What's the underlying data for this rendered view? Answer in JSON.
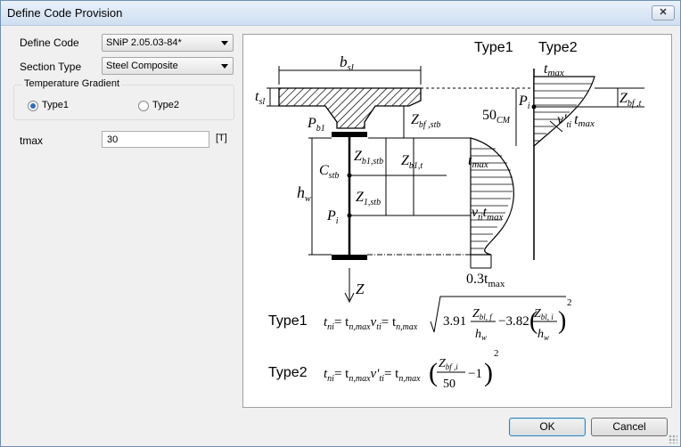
{
  "window": {
    "title": "Define Code Provision",
    "close_label": "✕"
  },
  "form": {
    "define_code": {
      "label": "Define Code",
      "value": "SNiP 2.05.03-84*"
    },
    "section_type": {
      "label": "Section Type",
      "value": "Steel Composite"
    },
    "temperature_gradient": {
      "legend": "Temperature Gradient",
      "options": [
        {
          "label": "Type1",
          "selected": true
        },
        {
          "label": "Type2",
          "selected": false
        }
      ]
    },
    "tmax": {
      "label": "tmax",
      "value": "30",
      "unit": "[T]"
    }
  },
  "figure": {
    "type1_heading": "Type1",
    "type2_heading": "Type2",
    "labels": {
      "b_sl": "b",
      "b_sl_sub": "sl",
      "t_sl": "t",
      "t_sl_sub": "sl",
      "p_b1": "P",
      "p_b1_sub": "b1",
      "z_bf_stb": "Z",
      "z_bf_stb_sub": "bf ,stb",
      "c_stb": "C",
      "c_stb_sub": "stb",
      "z_b1_stb": "Z",
      "z_b1_stb_sub": "b1,stb",
      "z_b1_t": "Z",
      "z_b1_t_sub": "b1,t",
      "h_w": "h",
      "h_w_sub": "w",
      "z_1_stb": "Z",
      "z_1_stb_sub": "1,stb",
      "p_i": "P",
      "p_i_sub": "i",
      "axis_z": "Z",
      "t_max_1": "t",
      "t_max_1_sub": "max",
      "v_ti_tmax": "ν",
      "v_ti_sub": "ti",
      "v_ti_t": "t",
      "v_ti_t_sub": "max",
      "bottom_03": "0.3t",
      "bottom_03_sub": "max",
      "fifty": "50",
      "fifty_sub": "CM",
      "t_max_2": "t",
      "t_max_2_sub": "max",
      "z_bf_t": "Z",
      "z_bf_t_sub": "bf ,t",
      "p_i_2": "P",
      "p_i_2_sub": "i",
      "v_prime": "ν'",
      "v_prime_sub": "ti",
      "v_prime_t": "t",
      "v_prime_t_sub": "max"
    },
    "formula1": {
      "name": "Type1",
      "lhs": "t",
      "lhs_sub": "ni",
      "eq1": "= t",
      "eq1_sub": "n,max",
      "nu": "ν",
      "nu_sub": "ti",
      "eq2": "= t",
      "eq2_sub": "n,max",
      "coef1": "3.91",
      "num1": "Z",
      "num1_sub": "bl, f",
      "den1": "h",
      "den1_sub": "w",
      "minus": "−3.82",
      "num2": "Z",
      "num2_sub": "bl, i",
      "den2": "h",
      "den2_sub": "w",
      "exp": "2"
    },
    "formula2": {
      "name": "Type2",
      "lhs": "t",
      "lhs_sub": "ni",
      "eq1": "= t",
      "eq1_sub": "n,max",
      "nu": "ν'",
      "nu_sub": "ti",
      "eq2": "= t",
      "eq2_sub": "n,max",
      "num": "Z",
      "num_sub": "bf ,i",
      "den": "50",
      "minus_one": "−1",
      "exp": "2"
    }
  },
  "buttons": {
    "ok": "OK",
    "cancel": "Cancel"
  }
}
